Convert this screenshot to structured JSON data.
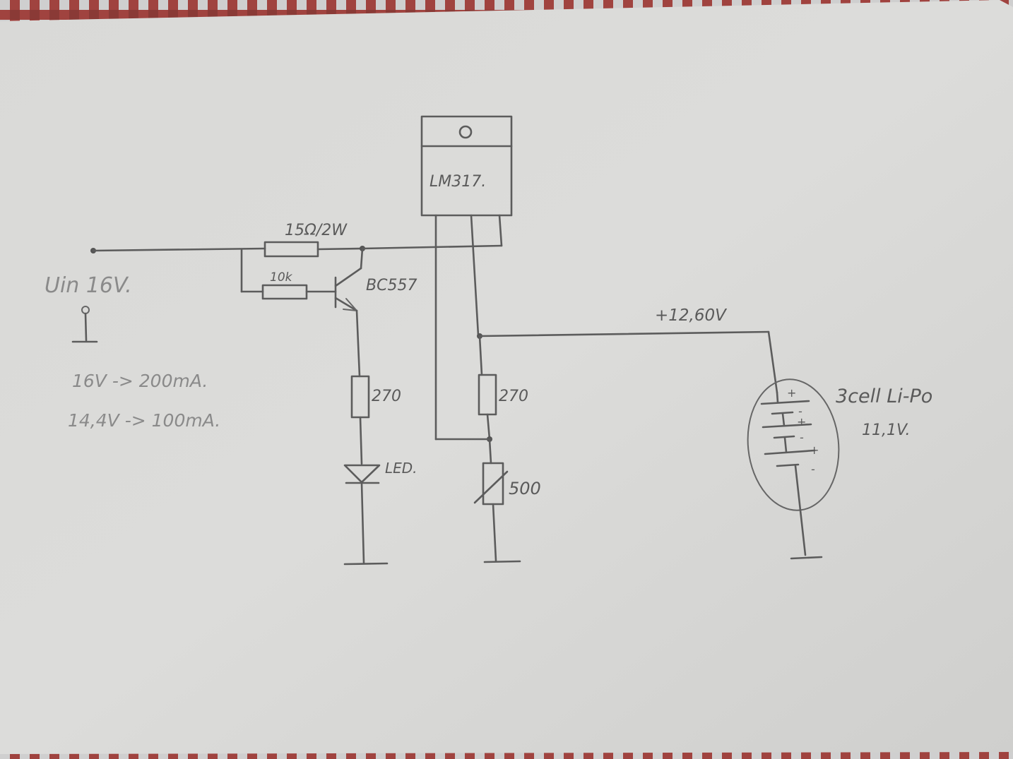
{
  "colors": {
    "paper": "#d8d8d6",
    "pencil": "#5c5c5c",
    "tablecloth_red": "#a0433f",
    "tablecloth_light": "#cfcfcf"
  },
  "labels": {
    "regulator": "LM317.",
    "r_series": "15Ω/2W",
    "r_base": "10k",
    "transistor": "BC557",
    "vin": "Uin 16V.",
    "note1": "16V -> 200mA.",
    "note2": "14,4V -> 100mA.",
    "r_led": "270",
    "led": "LED.",
    "r_adj": "270",
    "pot": "500",
    "vout": "+12,60V",
    "battery_name": "3cell Li-Po",
    "battery_voltage": "11,1V.",
    "plus": "+",
    "minus": "-"
  }
}
